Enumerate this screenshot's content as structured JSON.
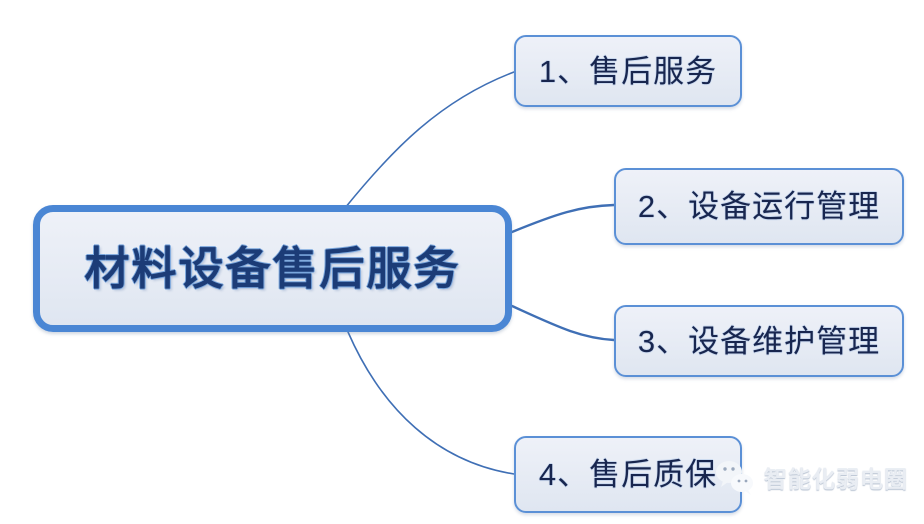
{
  "diagram": {
    "type": "mind-map",
    "background_color": "#ffffff",
    "root": {
      "label": "材料设备售后服务",
      "fill_color": "#e6ebf4",
      "border_color": "#4a86d4",
      "text_color": "#1c3c77"
    },
    "branches": [
      {
        "index": "1",
        "label": "1、售后服务",
        "fill_color": "#e6ebf4",
        "border_color": "#5b90d6",
        "text_color": "#18264f"
      },
      {
        "index": "2",
        "label": "2、设备运行管理",
        "fill_color": "#e6ebf4",
        "border_color": "#5b90d6",
        "text_color": "#18264f"
      },
      {
        "index": "3",
        "label": "3、设备维护管理",
        "fill_color": "#e6ebf4",
        "border_color": "#5b90d6",
        "text_color": "#18264f"
      },
      {
        "index": "4",
        "label": "4、售后质保",
        "fill_color": "#e6ebf4",
        "border_color": "#5b90d6",
        "text_color": "#18264f"
      }
    ],
    "connector_color": "#3f6fb5"
  },
  "watermark": {
    "text": "智能化弱电圈",
    "icon": "wechat-logo-icon",
    "color": "#e9edf3"
  }
}
